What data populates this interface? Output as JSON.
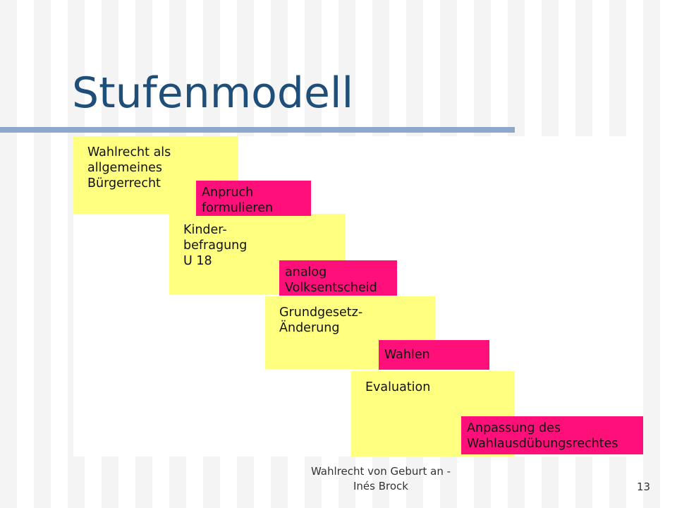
{
  "slide": {
    "title": "Stufenmodell",
    "footer": "Wahlrecht von Geburt an -\nInés Brock",
    "page_number": "13"
  },
  "colors": {
    "title_text": "#1f4e79",
    "rule": "#8ea8cd",
    "step_yellow": "#ffff80",
    "step_pink": "#ff0f7a"
  },
  "steps": [
    "Wahlrecht als\nallgemeines\nBürgerrecht",
    "Anpruch\nformulieren",
    "Kinder-\nbefragung\nU 18",
    "analog\nVolksentscheid",
    "Grundgesetz-\nÄnderung",
    "Wahlen",
    "Evaluation",
    "Anpassung des\nWahlausdübungsrechtes"
  ]
}
